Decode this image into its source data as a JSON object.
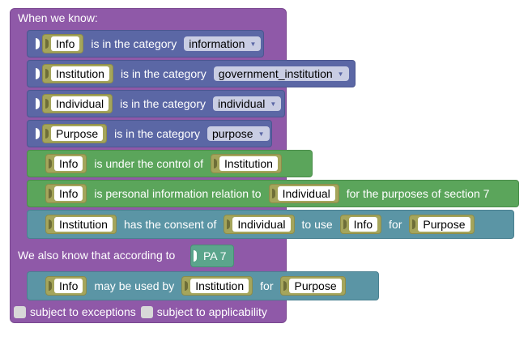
{
  "header": {
    "title": "When we know:"
  },
  "conditions": [
    {
      "var": "Info",
      "text": "is in the category",
      "dropdown": "information"
    },
    {
      "var": "Institution",
      "text": "is in the category",
      "dropdown": "government_institution"
    },
    {
      "var": "Individual",
      "text": "is in the category",
      "dropdown": "individual"
    },
    {
      "var": "Purpose",
      "text": "is in the category",
      "dropdown": "purpose"
    }
  ],
  "facts": {
    "control": {
      "var1": "Info",
      "text": "is under the control of",
      "var2": "Institution"
    },
    "personal": {
      "var1": "Info",
      "text": "is personal information relation to",
      "var2": "Individual",
      "suffix": "for the purposes of section 7"
    },
    "consent": {
      "var1": "Institution",
      "text1": "has the consent of",
      "var2": "Individual",
      "text2": "to use",
      "var3": "Info",
      "text3": "for",
      "var4": "Purpose"
    }
  },
  "also": {
    "label": "We also know that according to",
    "rule": "PA 7"
  },
  "conclusion": {
    "var1": "Info",
    "text1": "may be used by",
    "var2": "Institution",
    "text2": "for",
    "var3": "Purpose"
  },
  "options": [
    {
      "label": "subject to exceptions"
    },
    {
      "label": "subject to applicability"
    }
  ],
  "colors": {
    "outer": "#8f59a8",
    "category_block": "#5b67a5",
    "fact_block": "#5ba55b",
    "consent_block": "#5b95a5",
    "variable": "#a5a55b",
    "rule_ref": "#5ba58c"
  }
}
